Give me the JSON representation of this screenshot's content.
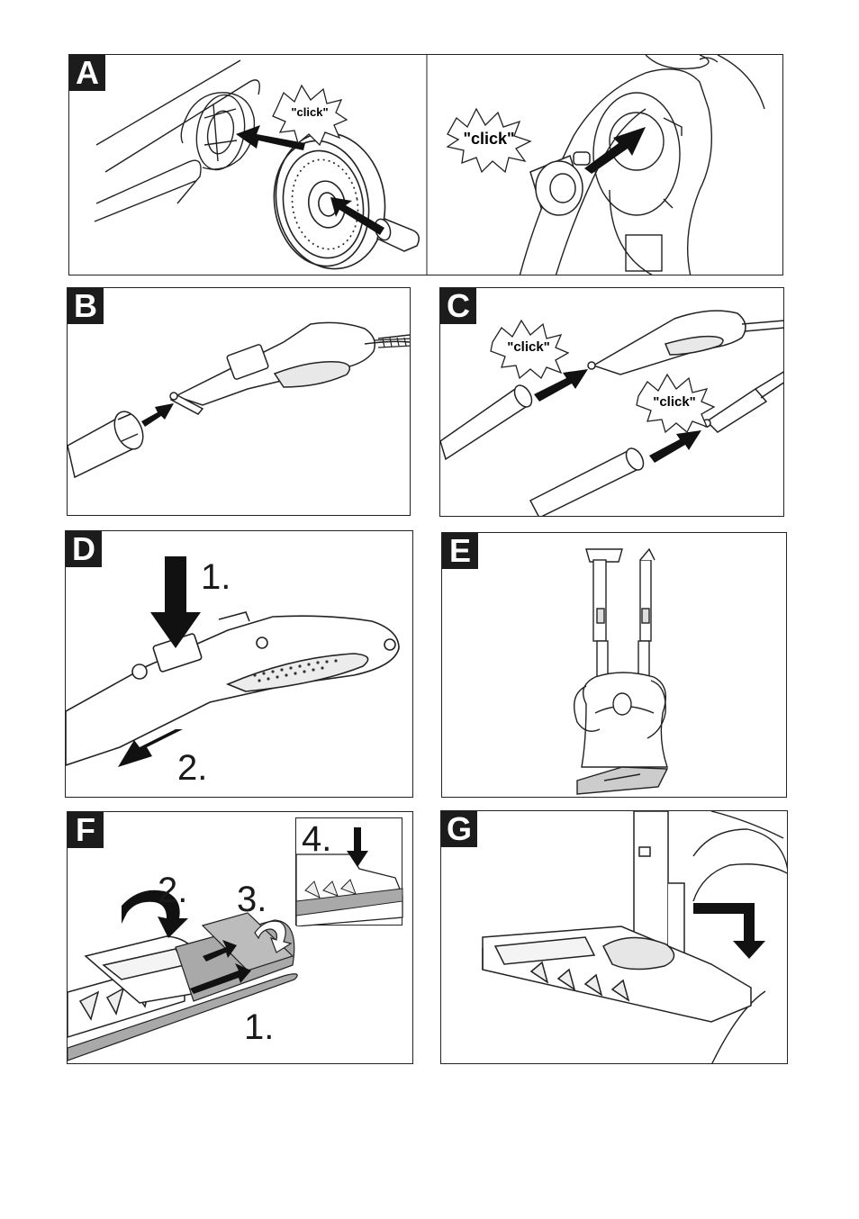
{
  "panels": {
    "a": {
      "tag": "A",
      "click_left": "\"click\"",
      "click_right": "\"click\""
    },
    "b": {
      "tag": "B"
    },
    "c": {
      "tag": "C",
      "click_top": "\"click\"",
      "click_bottom": "\"click\""
    },
    "d": {
      "tag": "D",
      "step1": "1.",
      "step2": "2."
    },
    "e": {
      "tag": "E"
    },
    "f": {
      "tag": "F",
      "step1": "1.",
      "step2": "2.",
      "step3": "3.",
      "step4": "4."
    },
    "g": {
      "tag": "G"
    }
  },
  "colors": {
    "tag_bg": "#1c1c1c",
    "line": "#222222",
    "gray_strip": "#a9a9a9"
  },
  "icons": [
    "arrow-icon",
    "click-burst-icon",
    "wheel-icon",
    "handle-icon",
    "tube-icon",
    "nozzle-icon",
    "steam-cleaner-icon"
  ]
}
